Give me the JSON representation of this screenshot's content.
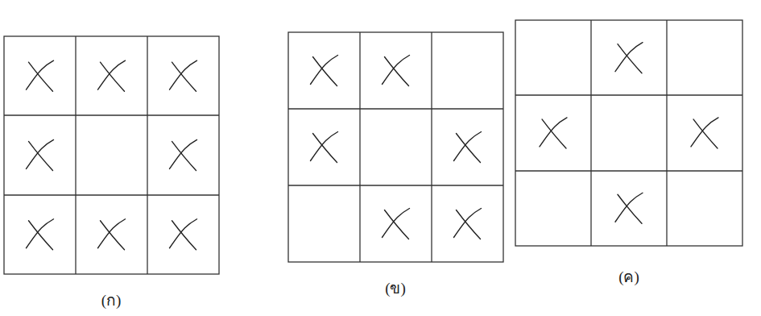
{
  "diagram": {
    "labels": [
      "(ก)",
      "(ข)",
      "(ค)"
    ]
  }
}
